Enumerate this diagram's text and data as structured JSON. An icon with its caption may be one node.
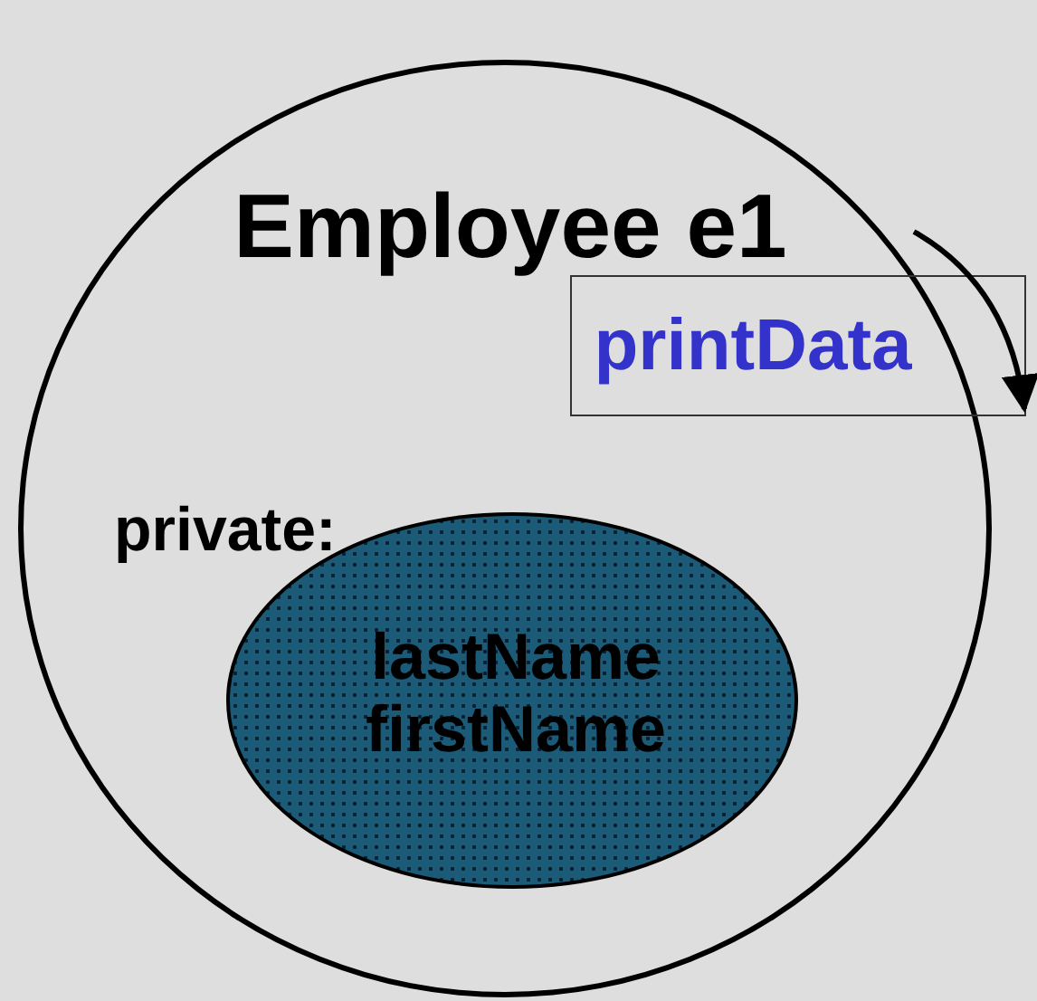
{
  "diagram": {
    "nodes": [
      {
        "text": [
          "Employee e1"
        ]
      },
      {
        "text": [
          "printData"
        ]
      },
      {
        "text": [
          "lastName firstName"
        ],
        "in": 0
      }
    ],
    "edges": [
      {
        "from": null,
        "to": 1,
        "arrow": "to"
      }
    ],
    "labels": [
      "private:"
    ]
  }
}
